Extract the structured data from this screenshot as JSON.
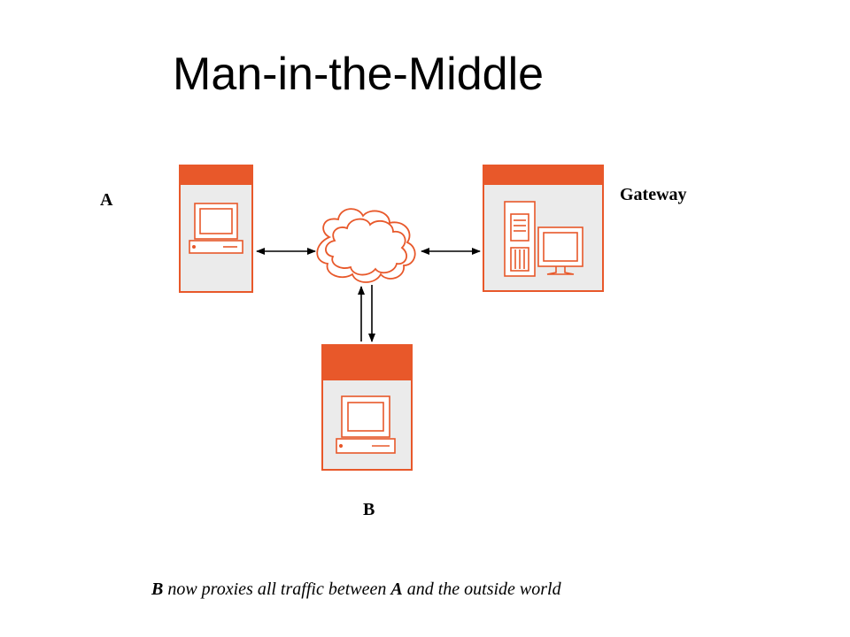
{
  "title": "Man-in-the-Middle",
  "nodes": {
    "a": {
      "label": "A"
    },
    "gateway": {
      "label": "Gateway"
    },
    "b": {
      "label": "B"
    }
  },
  "caption": {
    "part1": "B",
    "part2": " now proxies all traffic between ",
    "part3": "A",
    "part4": " and the outside world"
  },
  "colors": {
    "panel_header": "#e8582a",
    "panel_border": "#e8582a",
    "panel_fill": "#ebebeb",
    "icon_stroke": "#e8582a",
    "arrow": "#000000"
  }
}
